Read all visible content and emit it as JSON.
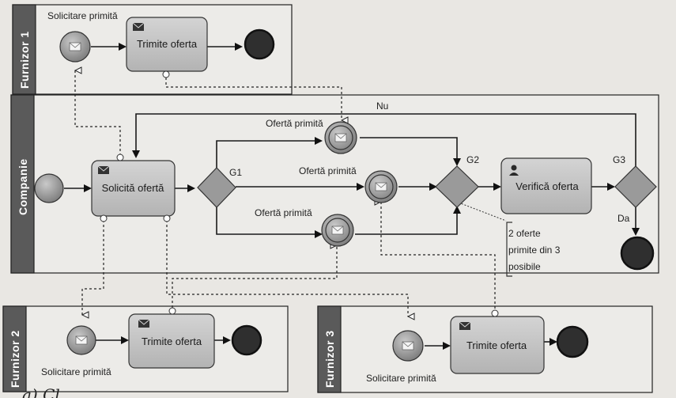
{
  "lanes": {
    "furnizor1": "Furnizor 1",
    "companie": "Companie",
    "furnizor2": "Furnizor 2",
    "furnizor3": "Furnizor 3"
  },
  "furnizor1": {
    "start_label": "Solicitare primită",
    "task": "Trimite oferta"
  },
  "furnizor2": {
    "start_label": "Solicitare primită",
    "task": "Trimite oferta"
  },
  "furnizor3": {
    "start_label": "Solicitare primită",
    "task": "Trimite oferta"
  },
  "companie": {
    "task_request": "Solicită ofertă",
    "task_verify": "Verifică oferta",
    "gateway1": "G1",
    "gateway2": "G2",
    "gateway3": "G3",
    "offer_top": "Ofertă primită",
    "offer_mid": "Ofertă primită",
    "offer_bot": "Ofertă primită",
    "flow_no": "Nu",
    "flow_yes": "Da",
    "note_line1": "2 oferte",
    "note_line2": "primite din 3",
    "note_line3": "posibile"
  },
  "caption": "a)  Cl",
  "colors": {
    "lane_header": "#5a5a5a",
    "task_fill": "#c6c6c6",
    "event_fill": "#8c8c8c",
    "end_fill": "#2f2f2f"
  }
}
